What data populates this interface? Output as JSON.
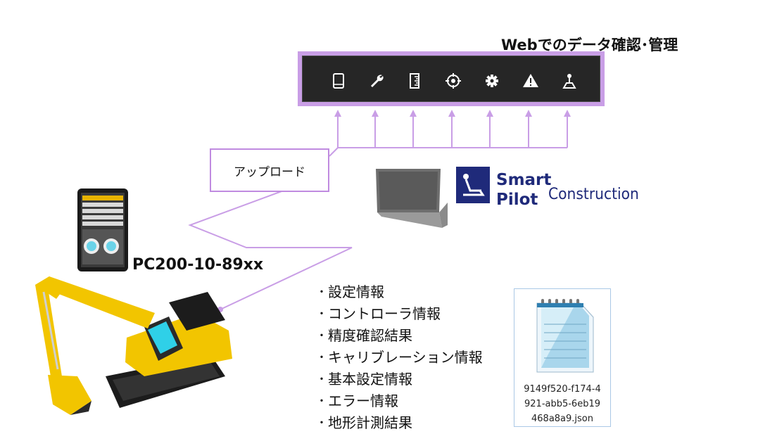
{
  "web_title": "Webでのデータ確認･管理",
  "toolbar_icons": [
    "tablet-icon",
    "wrench-icon",
    "ruler-icon",
    "target-icon",
    "gear-icon",
    "warning-icon",
    "joystick-icon"
  ],
  "upload_label": "アップロード",
  "brand": {
    "line1": "Smart",
    "line2": "Construction",
    "line3": "Pilot",
    "color": "#1f2a7a"
  },
  "model_label": "PC200-10-89xx",
  "info_items": [
    "設定情報",
    "コントローラ情報",
    "精度確認結果",
    "キャリブレーション情報",
    "基本設定情報",
    "エラー情報",
    "地形計測結果"
  ],
  "file": {
    "name": "9149f520-f174-4921-abb5-6eb19468a8a9.json",
    "lines": [
      "9149f520-f174-4",
      "921-abb5-6eb19",
      "468a8a9.json"
    ]
  },
  "colors": {
    "accent_purple": "#c08be0",
    "excavator_yellow": "#f2c500",
    "toolbar_bg": "#262626"
  }
}
